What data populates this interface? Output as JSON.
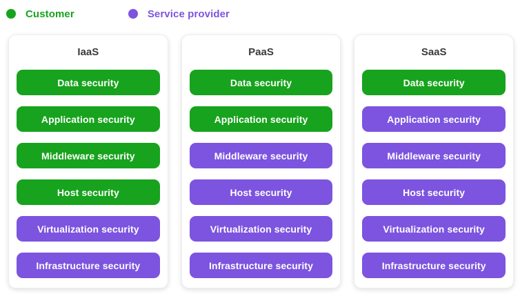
{
  "colors": {
    "customer": "#17A31D",
    "provider": "#7C54DF"
  },
  "legend": {
    "items": [
      {
        "label": "Customer",
        "role": "customer"
      },
      {
        "label": "Service provider",
        "role": "provider"
      }
    ]
  },
  "columns": [
    {
      "title": "IaaS",
      "rows": [
        {
          "label": "Data security",
          "owner": "customer"
        },
        {
          "label": "Application security",
          "owner": "customer"
        },
        {
          "label": "Middleware security",
          "owner": "customer"
        },
        {
          "label": "Host security",
          "owner": "customer"
        },
        {
          "label": "Virtualization security",
          "owner": "provider"
        },
        {
          "label": "Infrastructure security",
          "owner": "provider"
        }
      ]
    },
    {
      "title": "PaaS",
      "rows": [
        {
          "label": "Data security",
          "owner": "customer"
        },
        {
          "label": "Application security",
          "owner": "customer"
        },
        {
          "label": "Middleware security",
          "owner": "provider"
        },
        {
          "label": "Host security",
          "owner": "provider"
        },
        {
          "label": "Virtualization security",
          "owner": "provider"
        },
        {
          "label": "Infrastructure security",
          "owner": "provider"
        }
      ]
    },
    {
      "title": "SaaS",
      "rows": [
        {
          "label": "Data security",
          "owner": "customer"
        },
        {
          "label": "Application security",
          "owner": "provider"
        },
        {
          "label": "Middleware security",
          "owner": "provider"
        },
        {
          "label": "Host security",
          "owner": "provider"
        },
        {
          "label": "Virtualization security",
          "owner": "provider"
        },
        {
          "label": "Infrastructure security",
          "owner": "provider"
        }
      ]
    }
  ]
}
